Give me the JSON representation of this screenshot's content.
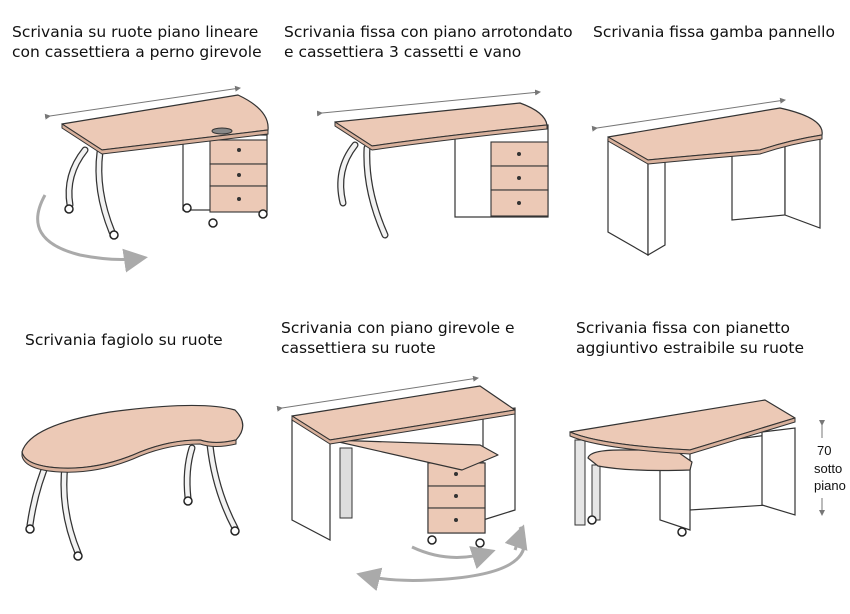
{
  "products": [
    {
      "line1": "Scrivania su ruote piano lineare",
      "line2": "con cassettiera a perno girevole"
    },
    {
      "line1": "Scrivania fissa con piano arrotondato",
      "line2": "e cassettiera 3 cassetti e vano"
    },
    {
      "line1": "Scrivania fissa gamba pannello"
    },
    {
      "line1": "Scrivania fagiolo su ruote"
    },
    {
      "line1": "Scrivania con piano girevole e",
      "line2": "cassettiera su ruote"
    },
    {
      "line1": "Scrivania fissa con pianetto",
      "line2": "aggiuntivo estraibile su ruote"
    }
  ],
  "dimension": {
    "value": "70",
    "line2": "sotto",
    "line3": "piano"
  },
  "colors": {
    "top": "#ecc9b6",
    "arrow": "#aaaaaa"
  }
}
